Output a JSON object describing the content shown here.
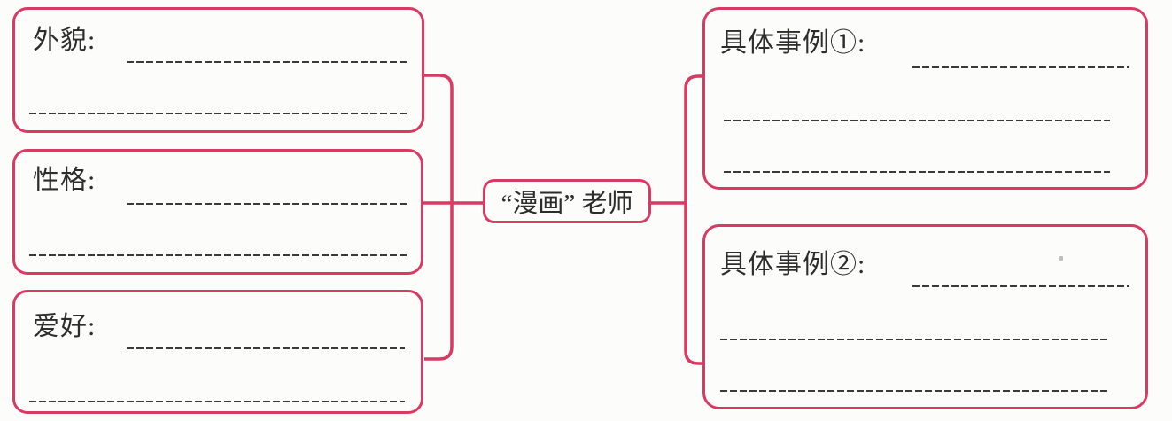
{
  "diagram": {
    "title": "mind map for describing a teacher",
    "center_node": {
      "label": "“漫画” 老师"
    },
    "left_nodes": [
      {
        "id": "appearance",
        "label": "外貌:",
        "blank_lines": 2
      },
      {
        "id": "personality",
        "label": "性格:",
        "blank_lines": 2
      },
      {
        "id": "hobby",
        "label": "爱好:",
        "blank_lines": 2
      }
    ],
    "right_nodes": [
      {
        "id": "example-1",
        "label": "具体事例①:",
        "blank_lines": 3
      },
      {
        "id": "example-2",
        "label": "具体事例②:",
        "blank_lines": 3
      }
    ]
  },
  "colors": {
    "accent": "#d93a63",
    "ink": "#2d2d2d",
    "line": "#3a3a3a",
    "background": "#fcfcfb"
  }
}
